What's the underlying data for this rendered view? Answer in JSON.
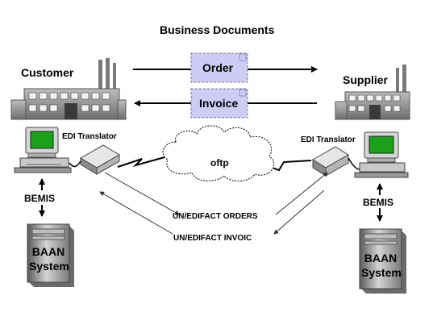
{
  "header": {
    "title": "Business Documents"
  },
  "parties": {
    "customer": {
      "label": "Customer"
    },
    "supplier": {
      "label": "Supplier"
    }
  },
  "documents": {
    "order": {
      "label": "Order"
    },
    "invoice": {
      "label": "Invoice"
    }
  },
  "translators": {
    "left": {
      "label": "EDI Translator"
    },
    "right": {
      "label": "EDI Translator"
    }
  },
  "network": {
    "label": "oftp"
  },
  "messages": {
    "orders": "UN/EDIFACT ORDERS",
    "invoic": "UN/EDIFACT INVOIC"
  },
  "links": {
    "left": "BEMIS",
    "right": "BEMIS"
  },
  "systems": {
    "left": {
      "line1": "BAAN",
      "line2": "System"
    },
    "right": {
      "line1": "BAAN",
      "line2": "System"
    }
  },
  "colors": {
    "document_fill": "#ccccf5",
    "document_border": "#7777aa",
    "factory": "#8a8a8a",
    "monitor_screen": "#1aa31a",
    "cloud": "#ffffff",
    "server": "#9a9a9a"
  }
}
